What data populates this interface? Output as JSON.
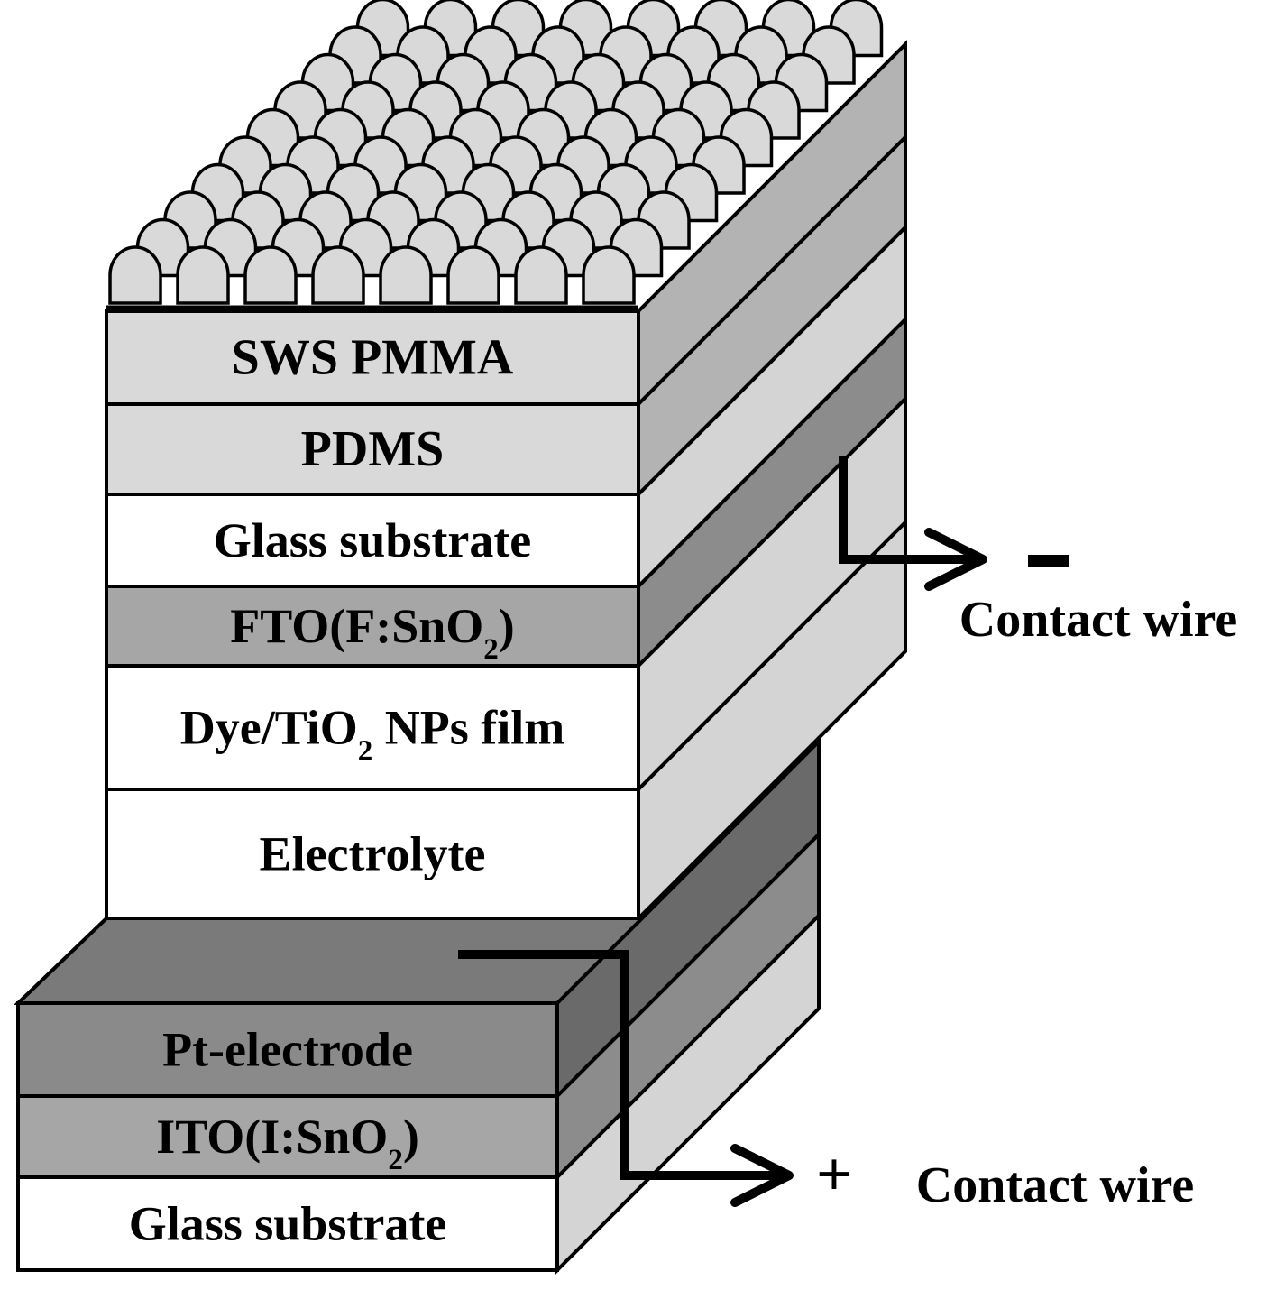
{
  "diagram": {
    "top_stack": [
      {
        "name": "sws-pmma",
        "parts": [
          "SWS PMMA"
        ],
        "fill": "#d9d9d9",
        "side": "#b3b3b3"
      },
      {
        "name": "pdms",
        "parts": [
          "PDMS"
        ],
        "fill": "#d9d9d9",
        "side": "#b3b3b3"
      },
      {
        "name": "glass-substrate-top",
        "parts": [
          "Glass substrate"
        ],
        "fill": "#ffffff",
        "side": "#d4d4d4"
      },
      {
        "name": "fto",
        "parts": [
          "FTO(F:SnO",
          "2",
          ")"
        ],
        "fill": "#a6a6a6",
        "side": "#8c8c8c"
      },
      {
        "name": "dye-tio2-film",
        "parts": [
          "Dye/TiO",
          "2",
          " NPs film"
        ],
        "fill": "#ffffff",
        "side": "#d4d4d4"
      },
      {
        "name": "electrolyte",
        "parts": [
          "Electrolyte"
        ],
        "fill": "#ffffff",
        "side": "#d4d4d4"
      }
    ],
    "bottom_stack": [
      {
        "name": "pt-electrode",
        "parts": [
          "Pt-electrode"
        ],
        "fill": "#8a8a8a",
        "side": "#6a6a6a"
      },
      {
        "name": "ito",
        "parts": [
          "ITO(I:SnO",
          "2",
          ")"
        ],
        "fill": "#a6a6a6",
        "side": "#8c8c8c"
      },
      {
        "name": "glass-substrate-bottom",
        "parts": [
          "Glass substrate"
        ],
        "fill": "#ffffff",
        "side": "#d4d4d4"
      }
    ],
    "contacts": {
      "negative": {
        "sign": "-",
        "label": "Contact wire"
      },
      "positive": {
        "sign": "+",
        "label": "Contact wire"
      }
    },
    "colors": {
      "outline": "#000000",
      "dome": "#d9d9d9",
      "bottom_top_face": "#7a7a7a"
    }
  }
}
